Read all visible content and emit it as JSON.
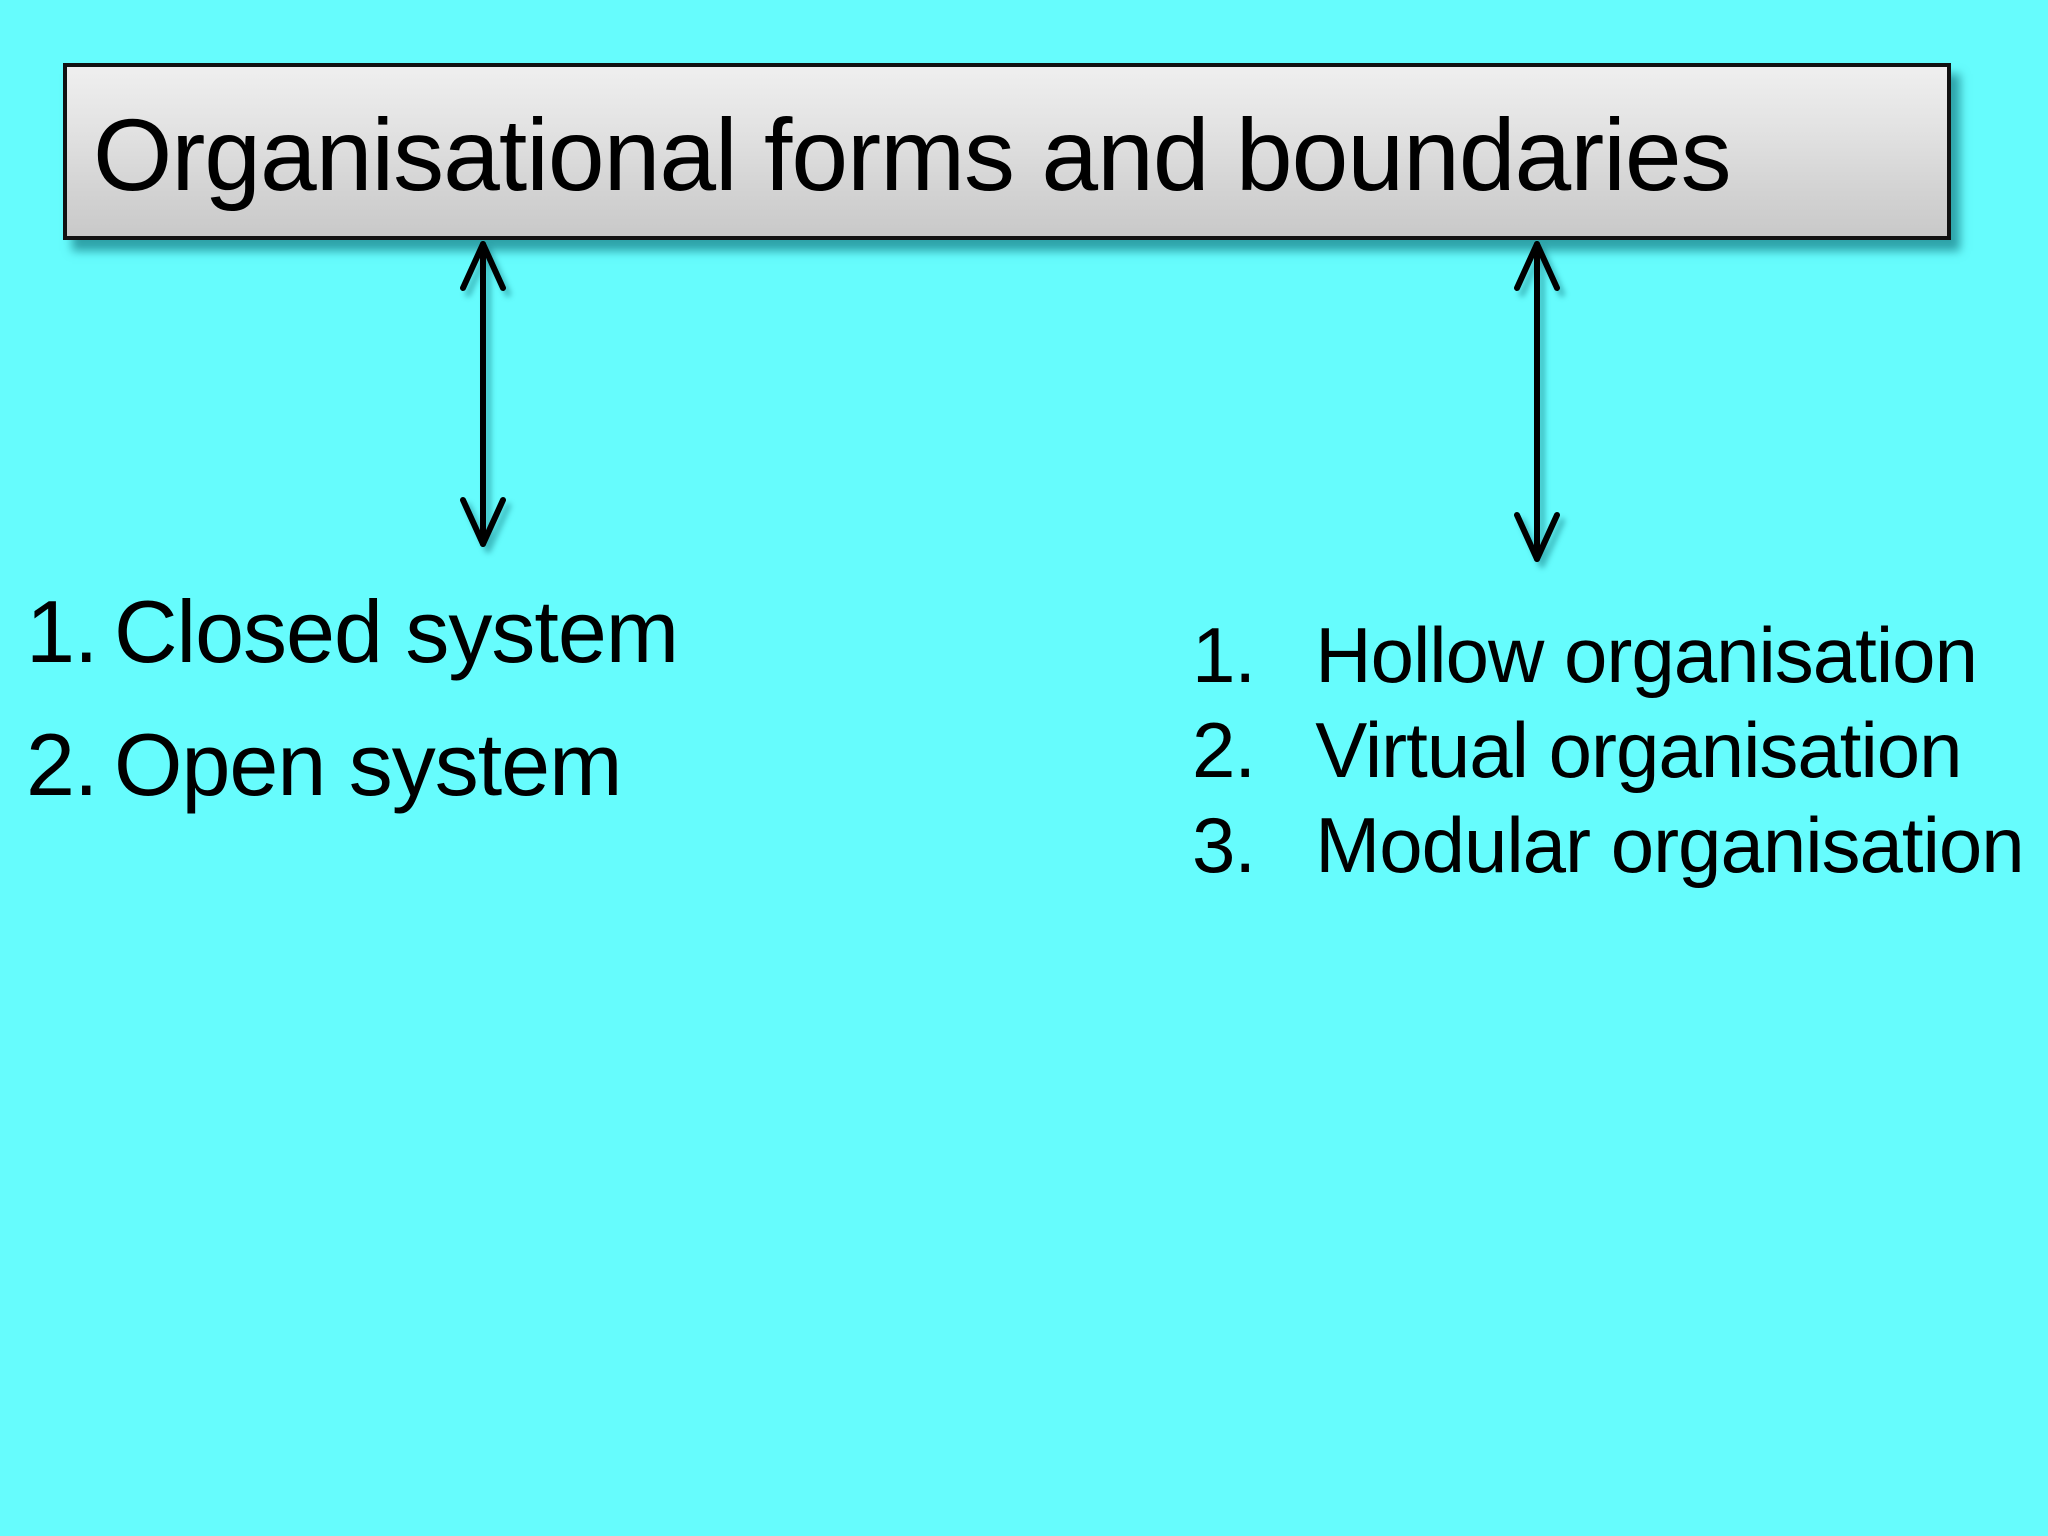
{
  "slide": {
    "title": "Organisational forms and boundaries"
  },
  "left_list": {
    "items": [
      {
        "number": "1.",
        "label": "Closed system"
      },
      {
        "number": "2.",
        "label": "Open system"
      }
    ]
  },
  "right_list": {
    "items": [
      {
        "number": "1.",
        "label": "Hollow organisation"
      },
      {
        "number": "2.",
        "label": "Virtual organisation"
      },
      {
        "number": "3.",
        "label": "Modular organisation"
      }
    ]
  },
  "icons": {
    "left_arrow": "double-headed-vertical-arrow",
    "right_arrow": "double-headed-vertical-arrow"
  },
  "colors": {
    "background": "#66FCFD",
    "title_box_gradient_top": "#EFEFEF",
    "title_box_gradient_bottom": "#C9C9C9",
    "title_box_border": "#121212",
    "text": "#000000",
    "arrow": "#000000",
    "shadow": "rgba(0,90,100,0.55)"
  }
}
